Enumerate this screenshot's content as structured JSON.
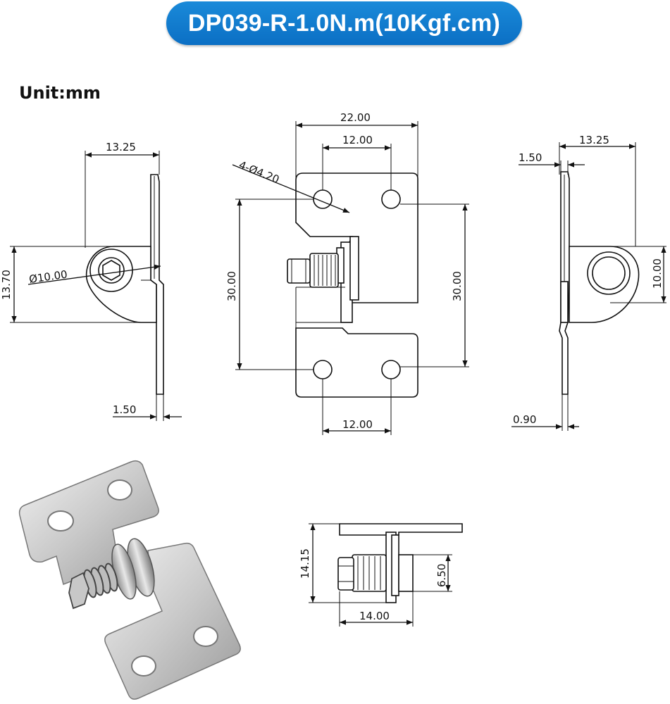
{
  "header": {
    "title": "DP039-R-1.0N.m(10Kgf.cm)"
  },
  "unit_label": "Unit:mm",
  "colors": {
    "title_bg": "#1177cc",
    "title_text": "#ffffff",
    "lines": "#111111"
  },
  "dimensions": {
    "left_view": {
      "width": "13.25",
      "height": "13.70",
      "diameter": "Ø10.00",
      "thickness": "1.50"
    },
    "front_view": {
      "overall_width": "22.00",
      "hole_spacing_top": "12.00",
      "holes": "4-Ø4.20",
      "height_left": "30.00",
      "height_right": "30.00",
      "hole_spacing_bottom": "12.00"
    },
    "right_view": {
      "width": "13.25",
      "thickness_top": "1.50",
      "height": "10.00",
      "thickness_bottom": "0.90"
    },
    "bottom_view": {
      "height": "14.15",
      "inner_height": "6.50",
      "width": "14.00"
    }
  },
  "photo": {
    "icon": "hinge-photo"
  }
}
